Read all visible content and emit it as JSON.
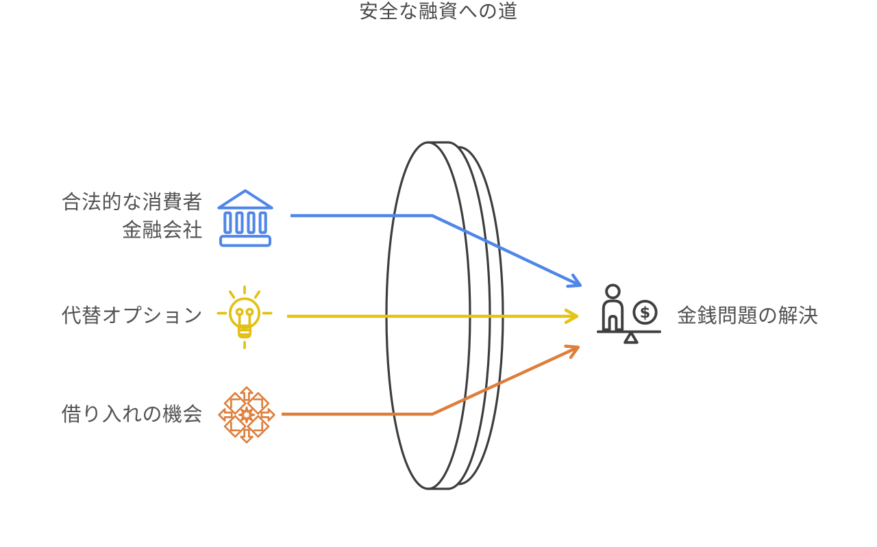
{
  "title": "安全な融資への道",
  "sources": [
    {
      "lines": [
        "合法的な消費者",
        "金融会社"
      ],
      "icon": "bank-icon",
      "color": "#4f86e8"
    },
    {
      "lines": [
        "代替オプション"
      ],
      "icon": "lightbulb-icon",
      "color": "#e3c013"
    },
    {
      "lines": [
        "借り入れの機会"
      ],
      "icon": "geometric-ornament-icon",
      "color": "#de7e3a"
    }
  ],
  "outcome": {
    "label": "金銭問題の解決",
    "icon": "person-money-balance-icon"
  },
  "lens": {
    "shape": "convex-lens",
    "color": "#3d3d3d"
  },
  "colors": {
    "background": "#ffffff",
    "title_text": "#494949",
    "label_text": "#525252",
    "icon_gray": "#3f3f3f",
    "arrow_blue": "#4f86e8",
    "arrow_yellow": "#e4c414",
    "arrow_orange": "#de7e3a"
  }
}
